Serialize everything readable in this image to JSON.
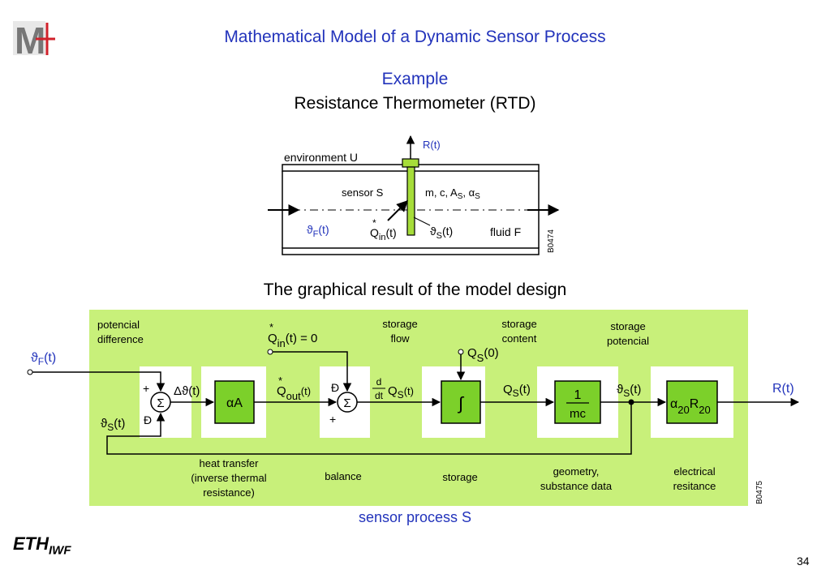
{
  "slide": {
    "title": "Mathematical Model of a Dynamic Sensor Process",
    "subtitle": "Example",
    "subtitle2": "Resistance Thermometer (RTD)",
    "caption": "The graphical result of the model design",
    "sensor_process_label": "sensor process S",
    "eth": "ETH",
    "iwf": "IWF",
    "page_number": "34",
    "logo_text": "M"
  },
  "colors": {
    "title_blue": "#2233bb",
    "panel_green": "#c8f07a",
    "block_green": "#7cd02a",
    "sensor_green": "#a6dd3a",
    "white": "#ffffff"
  },
  "rtd": {
    "output": "R(t)",
    "environment": "environment U",
    "sensor": "sensor S",
    "params": "m, c, A",
    "params_sub": "S",
    "params_alpha": ", α",
    "params_alpha_sub": "S",
    "theta_f": "ϑ",
    "theta_f_sub": "F",
    "theta_f_t": "(t)",
    "q_star": "*",
    "q": "Q",
    "q_sub": "in",
    "q_t": "(t)",
    "theta_s": "ϑ",
    "theta_s_sub": "S",
    "theta_s_t": "(t)",
    "fluid": "fluid F",
    "code": "B0474"
  },
  "diagram": {
    "code": "B0475",
    "headers": {
      "potencial": [
        "potencial",
        "difference"
      ],
      "storage_flow": [
        "storage",
        "flow"
      ],
      "storage_content": [
        "storage",
        "content"
      ],
      "storage_potencial": [
        "storage",
        "potencial"
      ]
    },
    "input": {
      "sym": "ϑ",
      "sub": "F",
      "t": "(t)"
    },
    "q_in": {
      "star": "*",
      "q": "Q",
      "sub": "in",
      "rest": "(t) = 0"
    },
    "q_s0": {
      "q": "Q",
      "sub": "S",
      "rest": "(0)"
    },
    "sum1": {
      "symbol": "Σ",
      "plus": "+",
      "minus": "Đ"
    },
    "delta_theta": "Δϑ(t)",
    "feedback": {
      "sym": "ϑ",
      "sub": "S",
      "t": "(t)",
      "minus": "Đ"
    },
    "alpha_a": {
      "alpha": "α",
      "a": "A"
    },
    "q_out": {
      "star": "*",
      "q": "Q",
      "sub": "out",
      "t": "(t)"
    },
    "sum2": {
      "symbol": "Σ",
      "minus": "Đ",
      "plus": "+"
    },
    "ddt": {
      "d": "d",
      "dt": "dt",
      "q": "Q",
      "sub": "S",
      "t": "(t)"
    },
    "integral": "∫",
    "qs": {
      "q": "Q",
      "sub": "S",
      "t": "(t)"
    },
    "inv_mc": {
      "num": "1",
      "den": "mc"
    },
    "theta_s": {
      "sym": "ϑ",
      "sub": "S",
      "t": "(t)"
    },
    "alpha20": {
      "alpha": "α",
      "sub1": "20",
      "r": "R",
      "sub2": "20"
    },
    "output": "R(t)",
    "footers": {
      "heat": [
        "heat transfer",
        "(inverse  thermal",
        "resistance)"
      ],
      "balance": "balance",
      "storage": "storage",
      "geometry": [
        "geometry,",
        "substance data"
      ],
      "electrical": [
        "electrical",
        "resitance"
      ]
    }
  }
}
